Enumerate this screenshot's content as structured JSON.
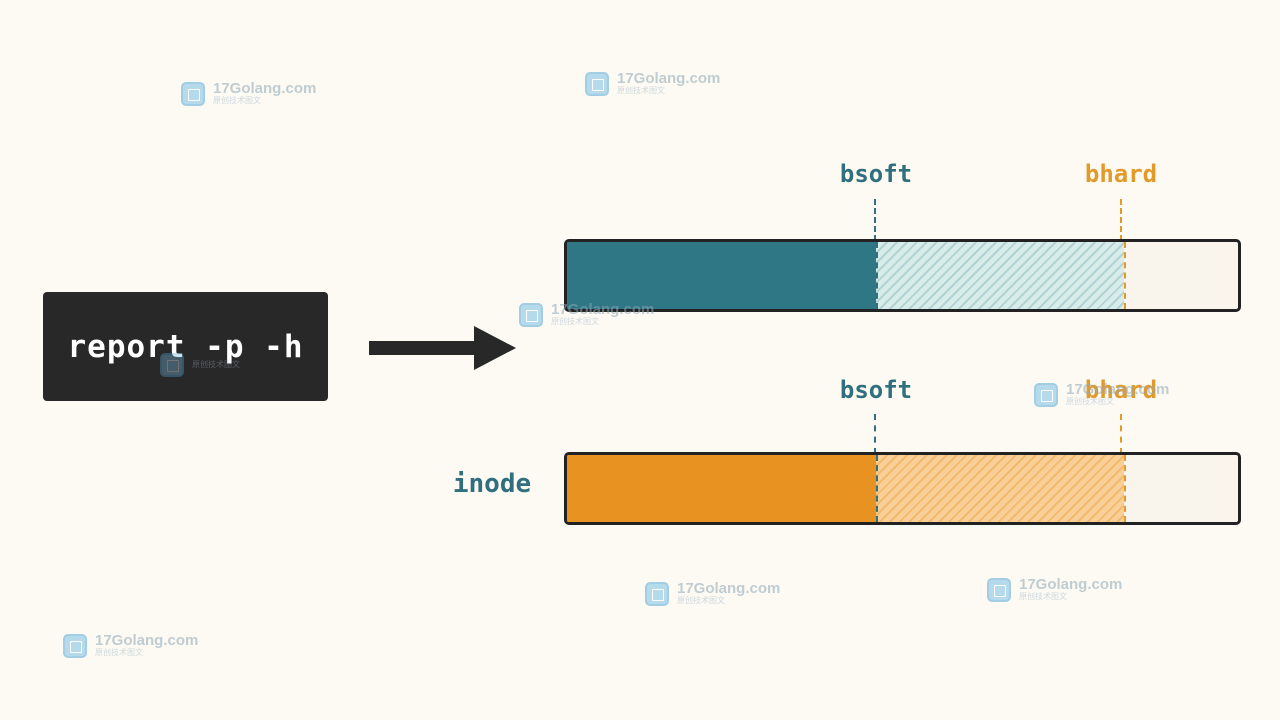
{
  "command": {
    "text": "report -p -h"
  },
  "colors": {
    "background": "#fcfaf3",
    "command_box": "#282828",
    "teal": "#2f7784",
    "orange": "#e79221",
    "soft_label": "#2f6f7e",
    "hard_label": "#e29a2a"
  },
  "rows": [
    {
      "label": "",
      "color": "teal",
      "soft_label": "bsoft",
      "hard_label": "bhard",
      "used_fraction": 0.46,
      "soft_fraction": 0.46,
      "hard_fraction": 0.83
    },
    {
      "label": "inode",
      "color": "orange",
      "soft_label": "bsoft",
      "hard_label": "bhard",
      "used_fraction": 0.46,
      "soft_fraction": 0.46,
      "hard_fraction": 0.83
    }
  ],
  "watermark": {
    "text": "17Golang.com",
    "subtext": "原创技术图文"
  }
}
